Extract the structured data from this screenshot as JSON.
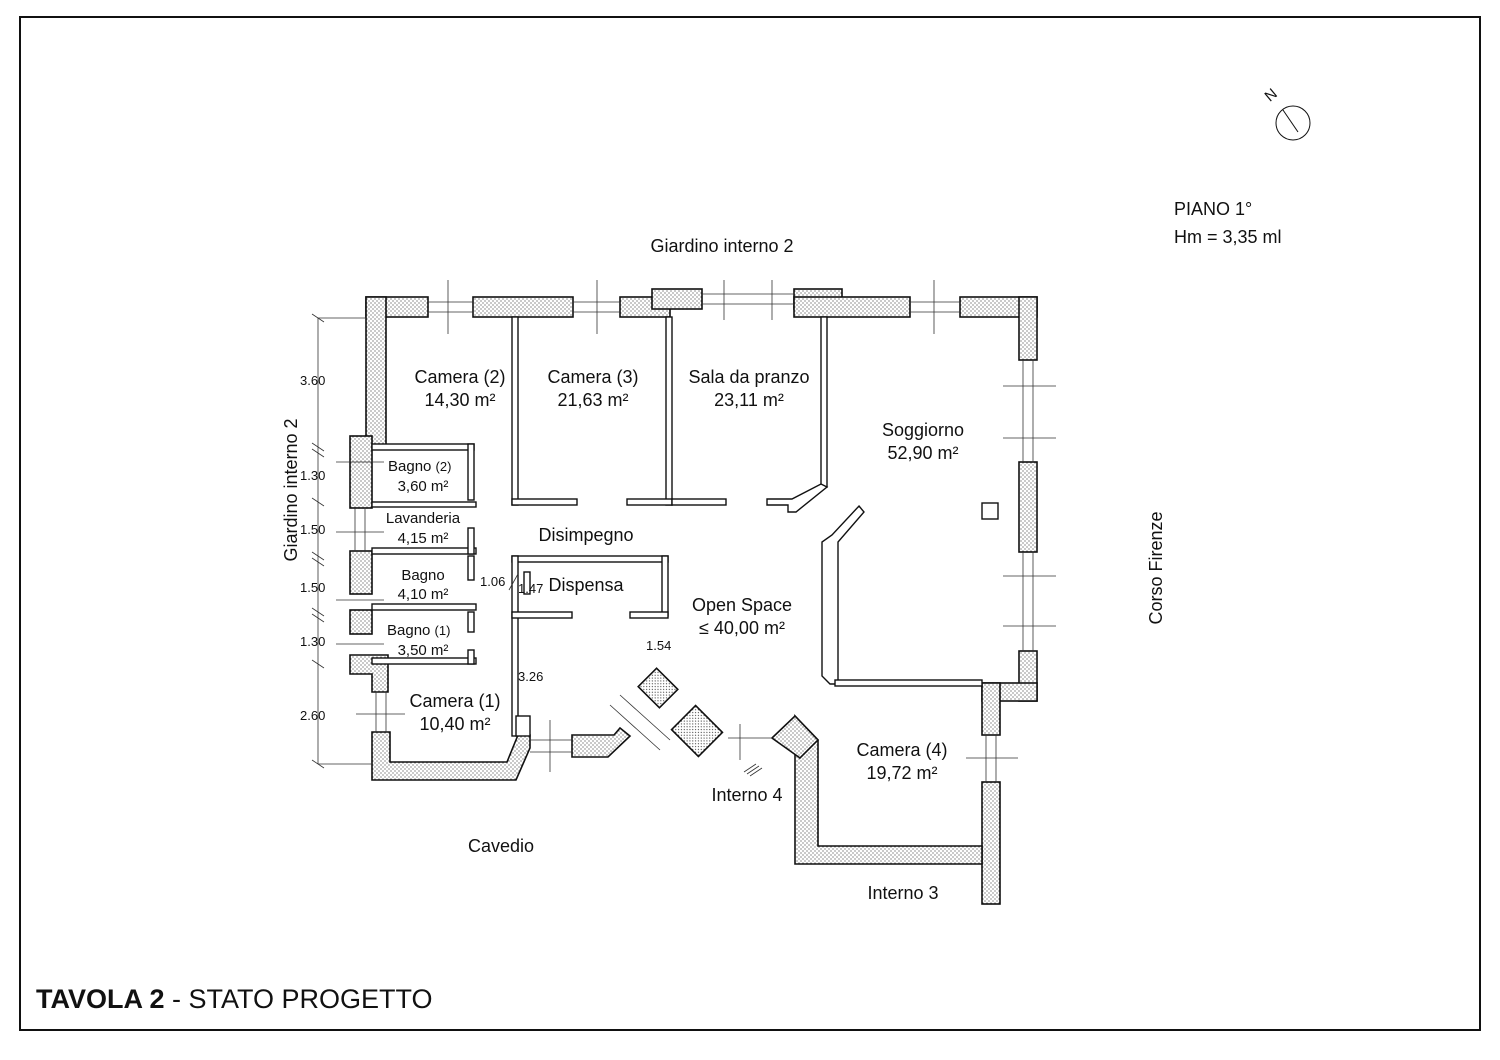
{
  "sheet": {
    "title_bold": "TAVOLA 2",
    "title_rest": " - STATO PROGETTO"
  },
  "info": {
    "floor": "PIANO 1°",
    "height": "Hm = 3,35 ml",
    "north": "N"
  },
  "surroundings": {
    "top": "Giardino interno 2",
    "left": "Giardino interno 2",
    "right": "Corso Firenze",
    "cavedio": "Cavedio",
    "interno4": "Interno 4",
    "interno3": "Interno 3"
  },
  "rooms": {
    "camera2": {
      "name": "Camera (2)",
      "area": "14,30 m²"
    },
    "camera3": {
      "name": "Camera (3)",
      "area": "21,63 m²"
    },
    "sala": {
      "name": "Sala da pranzo",
      "area": "23,11 m²"
    },
    "soggiorno": {
      "name": "Soggiorno",
      "area": "52,90 m²"
    },
    "bagno2": {
      "name": "Bagno",
      "suffix": "(2)",
      "area": "3,60 m²"
    },
    "lavanderia": {
      "name": "Lavanderia",
      "area": "4,15 m²"
    },
    "disimpegno": {
      "name": "Disimpegno"
    },
    "bagno": {
      "name": "Bagno",
      "area": "4,10 m²"
    },
    "dispensa": {
      "name": "Dispensa"
    },
    "openspace": {
      "name": "Open Space",
      "area": "≤ 40,00 m²"
    },
    "bagno1": {
      "name": "Bagno",
      "suffix": "(1)",
      "area": "3,50 m²"
    },
    "camera1": {
      "name": "Camera (1)",
      "area": "10,40 m²"
    },
    "camera4": {
      "name": "Camera (4)",
      "area": "19,72 m²"
    }
  },
  "dimensions": {
    "d1": "3.60",
    "d2": "1.30",
    "d3": "1.50",
    "d4": "1.50",
    "d5": "1.30",
    "d6": "2.60",
    "d7": "1.06",
    "d8": "1.47",
    "d9": "1.54",
    "d10": "3.26"
  }
}
